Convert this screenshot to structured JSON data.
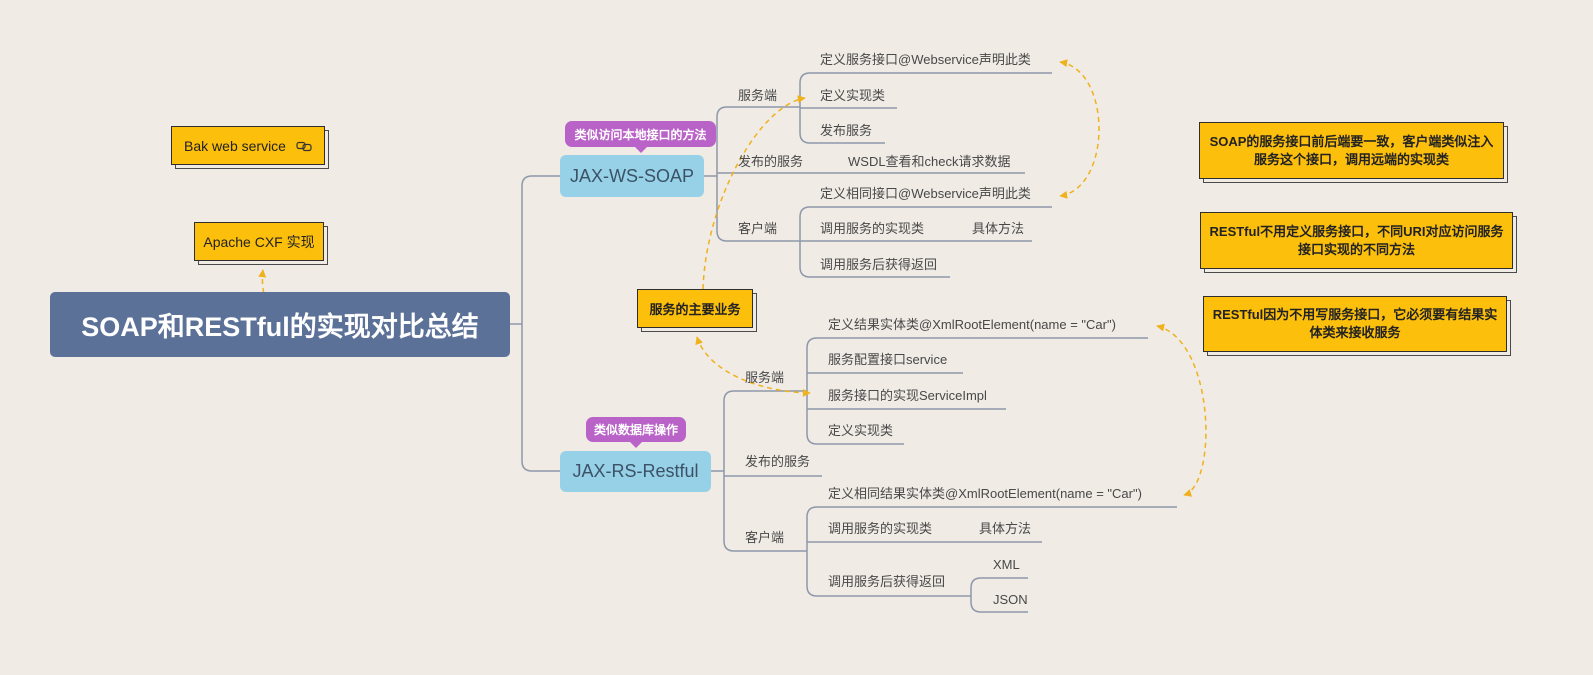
{
  "theme": {
    "background": "#f0ebe5",
    "root": "#5b7198",
    "topic": "#97d1e7",
    "note": "#fcbf0c",
    "tag": "#b962c7",
    "branch_line": "#8e98aa",
    "relationship": "#f0b21c"
  },
  "root": {
    "title": "SOAP和RESTful的实现对比总结"
  },
  "floating": {
    "bak_web_service": "Bak web service",
    "bak_icon": "link-icon",
    "apache_cxf": "Apache CXF 实现",
    "main_business": "服务的主要业务"
  },
  "soap": {
    "title": "JAX-WS-SOAP",
    "tag": "类似访问本地接口的方法",
    "server": {
      "label": "服务端",
      "items": [
        "定义服务接口@Webservice声明此类",
        "定义实现类",
        "发布服务"
      ]
    },
    "publish": {
      "label": "发布的服务",
      "item": "WSDL查看和check请求数据"
    },
    "client": {
      "label": "客户端",
      "items": [
        "定义相同接口@Webservice声明此类",
        "调用服务的实现类",
        "调用服务后获得返回"
      ],
      "invoke_detail": "具体方法"
    }
  },
  "restful": {
    "title": "JAX-RS-Restful",
    "tag": "类似数据库操作",
    "server": {
      "label": "服务端",
      "items": [
        "定义结果实体类@XmlRootElement(name = \"Car\")",
        "服务配置接口service",
        "服务接口的实现ServiceImpl",
        "定义实现类"
      ]
    },
    "publish": {
      "label": "发布的服务"
    },
    "client": {
      "label": "客户端",
      "items": [
        "定义相同结果实体类@XmlRootElement(name = \"Car\")",
        "调用服务的实现类",
        "调用服务后获得返回"
      ],
      "invoke_detail": "具体方法",
      "return_types": [
        "XML",
        "JSON"
      ]
    }
  },
  "notes": [
    "SOAP的服务接口前后端要一致，客户端类似注入服务这个接口，调用远端的实现类",
    "RESTful不用定义服务接口，不同URI对应访问服务接口实现的不同方法",
    "RESTful因为不用写服务接口，它必须要有结果实体类来接收服务"
  ]
}
